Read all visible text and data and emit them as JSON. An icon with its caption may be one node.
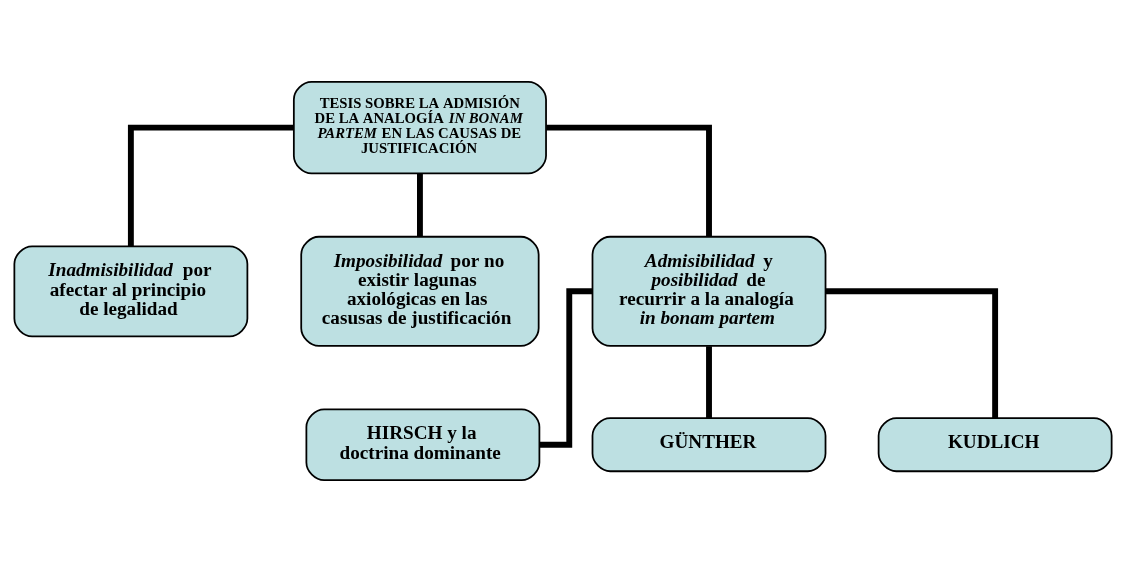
{
  "diagram": {
    "nodes": [
      {
        "text": [
          "TESIS SOBRE LA ADMISIÓN DE LA ANALOGÍA *IN BONAM PARTEM* EN LAS CAUSAS DE JUSTIFICACIÓN"
        ]
      },
      {
        "text": [
          "*Inadmisibilidad* por afectar al principio de legalidad"
        ]
      },
      {
        "text": [
          "*Imposibilidad* por no existir lagunas axiológicas en las casusas de justificación"
        ]
      },
      {
        "text": [
          "*Admisibilidad* y *posibilidad* de recurrir a la analogía *in bonam partem*"
        ]
      },
      {
        "text": [
          "HIRSCH y la doctrina dominante"
        ]
      },
      {
        "text": [
          "GÜNTHER"
        ]
      },
      {
        "text": [
          "KUDLICH"
        ]
      }
    ],
    "edges": [
      {
        "from": 0,
        "to": 1,
        "arrow": "none"
      },
      {
        "from": 0,
        "to": 2,
        "arrow": "none"
      },
      {
        "from": 0,
        "to": 3,
        "arrow": "none"
      },
      {
        "from": 3,
        "to": 4,
        "arrow": "none"
      },
      {
        "from": 3,
        "to": 5,
        "arrow": "none"
      },
      {
        "from": 3,
        "to": 6,
        "arrow": "none"
      }
    ]
  }
}
